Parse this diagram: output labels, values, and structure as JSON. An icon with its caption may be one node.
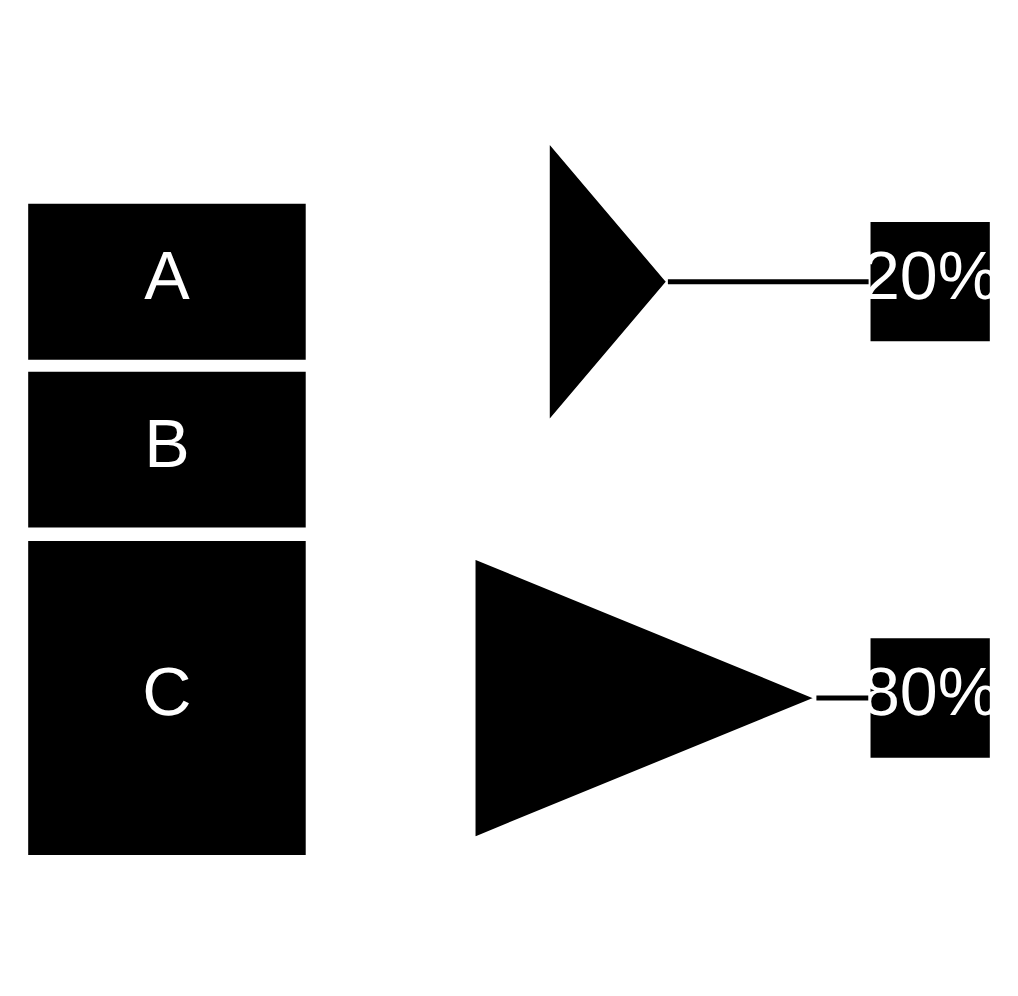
{
  "diagram": {
    "nodes": [
      {
        "text": [
          "A"
        ]
      },
      {
        "text": [
          "B"
        ]
      },
      {
        "text": [
          "C"
        ]
      },
      {
        "text": [],
        "shape": "triangle"
      },
      {
        "text": [],
        "shape": "triangle"
      },
      {
        "text": [
          "20%"
        ]
      },
      {
        "text": [
          "80%"
        ]
      }
    ],
    "edges": [
      {
        "from": 3,
        "to": 5,
        "arrow": "none"
      },
      {
        "from": 4,
        "to": 6,
        "arrow": "none"
      }
    ]
  }
}
